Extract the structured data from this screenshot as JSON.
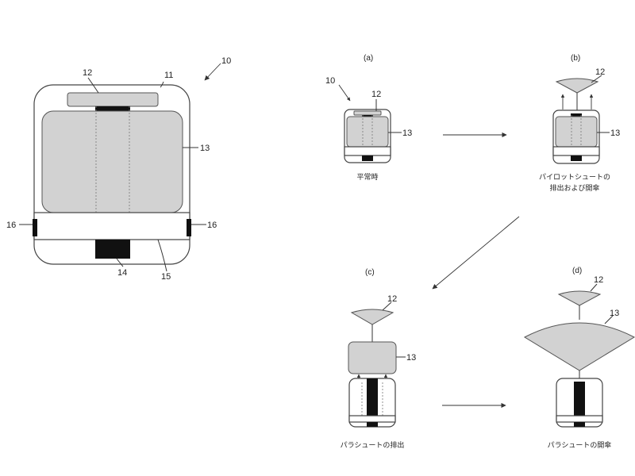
{
  "refs": {
    "main_device": "10",
    "main_housing": "11",
    "main_pilot": "12",
    "main_parachute": "13",
    "main_left_sensor": "16",
    "main_right_sensor": "16",
    "main_block": "14",
    "main_band": "15",
    "a_device": "10",
    "a_pilot": "12",
    "a_parachute": "13",
    "b_pilot": "12",
    "b_parachute": "13",
    "c_pilot": "12",
    "c_parachute": "13",
    "d_pilot": "12",
    "d_parachute": "13"
  },
  "panels": {
    "a": "(a)",
    "b": "(b)",
    "c": "(c)",
    "d": "(d)"
  },
  "captions": {
    "a": "平常時",
    "b_line1": "パイロットシュートの",
    "b_line2": "排出および開傘",
    "c": "パラシュートの排出",
    "d": "パラシュートの開傘"
  }
}
